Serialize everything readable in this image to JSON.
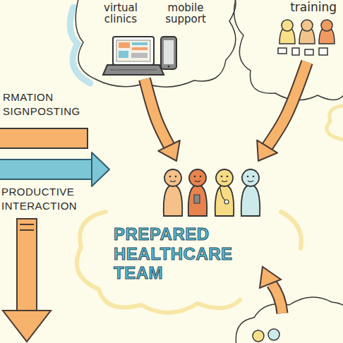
{
  "diagram": {
    "nodes": [
      {
        "text": [
          "virtual clinics",
          "mobile support"
        ]
      },
      {
        "text": [
          "training"
        ]
      },
      {
        "text": [
          "RMATION SIGNPOSTING"
        ]
      },
      {
        "text": [
          "PREPARED HEALTHCARE TEAM"
        ]
      }
    ],
    "edges": [
      {
        "from": 0,
        "to": 3,
        "arrow": "to"
      },
      {
        "from": 1,
        "to": 3,
        "arrow": "to"
      },
      {
        "from": 2,
        "to": 3,
        "arrow": "to"
      }
    ],
    "labels": [
      "PRODUCTIVE INTERACTION"
    ]
  }
}
